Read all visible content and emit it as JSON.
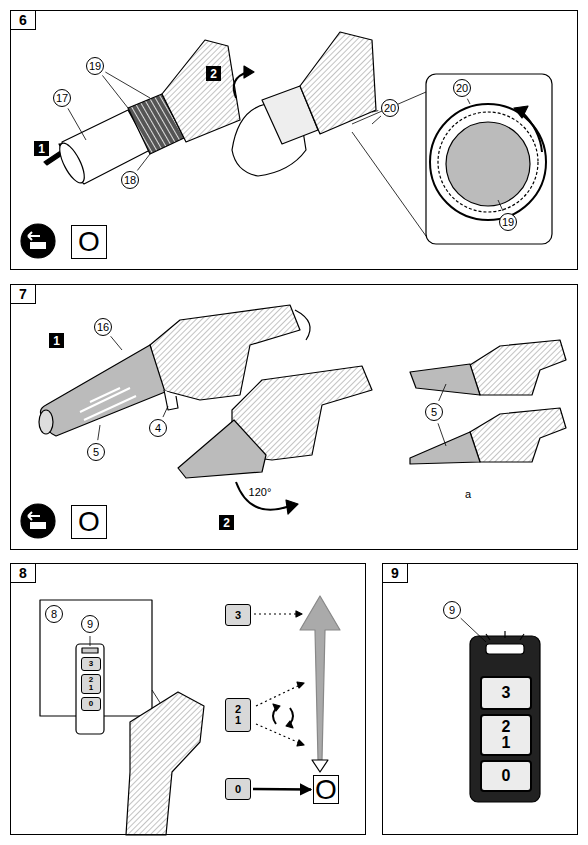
{
  "diagram": {
    "nodes": [
      {
        "text": [
          "6"
        ]
      },
      {
        "text": [
          "1"
        ],
        "in": 0
      },
      {
        "text": [
          "2"
        ],
        "in": 0
      },
      {
        "text": [
          "O"
        ],
        "in": 0
      },
      {
        "text": [
          "7"
        ]
      },
      {
        "text": [
          "1"
        ],
        "in": 4
      },
      {
        "text": [
          "2"
        ],
        "in": 4
      },
      {
        "text": [
          "O"
        ],
        "in": 4
      },
      {
        "text": [
          "8"
        ]
      },
      {
        "text": [
          "3"
        ],
        "in": 8
      },
      {
        "text": [
          "2",
          "1"
        ],
        "in": 8
      },
      {
        "text": [
          "0"
        ],
        "in": 8
      },
      {
        "text": [
          "3"
        ],
        "in": 8
      },
      {
        "text": [
          "2",
          "1"
        ],
        "in": 8
      },
      {
        "text": [
          "0"
        ],
        "in": 8
      },
      {
        "text": [
          "O"
        ],
        "in": 8
      },
      {
        "text": [
          "9"
        ]
      },
      {
        "text": [
          "3"
        ],
        "in": 16
      },
      {
        "text": [
          "2",
          "1"
        ],
        "in": 16
      },
      {
        "text": [
          "0"
        ],
        "in": 16
      }
    ],
    "edges": [
      {
        "from": 14,
        "to": 15,
        "arrow": "to"
      }
    ],
    "labels": [
      "17",
      "19",
      "18",
      "20",
      "20",
      "19",
      "16",
      "4",
      "5",
      "120°",
      "5",
      "a",
      "8",
      "9",
      "9"
    ]
  }
}
